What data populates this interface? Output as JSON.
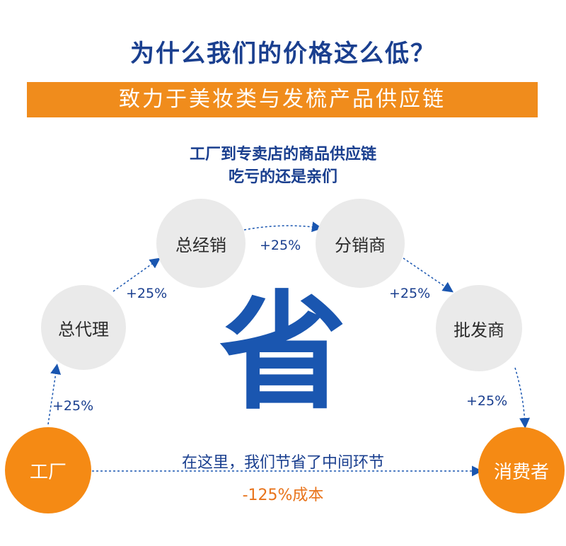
{
  "title": "为什么我们的价格这么低？",
  "banner": "致力于美妆类与发梳产品供应链",
  "subtitle_line1": "工厂到专卖店的商品供应链",
  "subtitle_line2": "吃亏的还是亲们",
  "nodes": {
    "factory": "工厂",
    "general_agent": "总代理",
    "general_distributor": "总经销",
    "distributor": "分销商",
    "wholesaler": "批发商",
    "consumer": "消费者"
  },
  "markups": {
    "factory_to_agent": "+25%",
    "agent_to_general": "+25%",
    "general_to_distributor": "+25%",
    "distributor_to_wholesaler": "+25%",
    "wholesaler_to_consumer": "+25%"
  },
  "center_char": "省",
  "savings_text": "在这里，我们节省了中间环节",
  "savings_amount": "-125%成本",
  "colors": {
    "navy": "#1a3f8f",
    "orange": "#f58a14",
    "grey": "#eaeaea"
  }
}
